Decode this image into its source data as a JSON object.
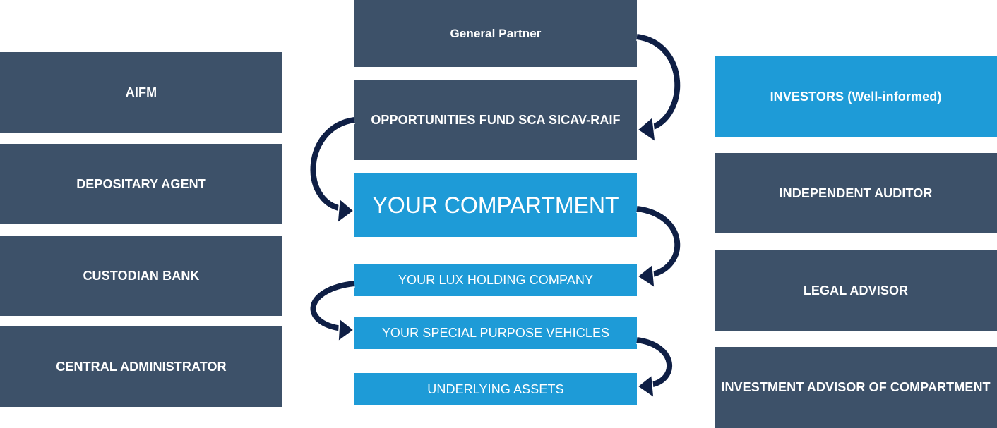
{
  "left": {
    "aifm": "AIFM",
    "depositary": "DEPOSITARY AGENT",
    "custodian": "CUSTODIAN BANK",
    "administrator": "CENTRAL ADMINISTRATOR"
  },
  "center": {
    "general_partner": "General Partner",
    "fund": "OPPORTUNITIES FUND SCA SICAV-RAIF",
    "compartment": "YOUR COMPARTMENT",
    "holding": "YOUR LUX HOLDING COMPANY",
    "spv": "YOUR SPECIAL PURPOSE VEHICLES",
    "assets": "UNDERLYING ASSETS"
  },
  "right": {
    "investors": "INVESTORS (Well-informed)",
    "auditor": "INDEPENDENT AUDITOR",
    "legal": "LEGAL ADVISOR",
    "advisor": "INVESTMENT ADVISOR OF COMPARTMENT"
  },
  "colors": {
    "dark_box": "#3d5169",
    "light_box": "#1e9bd7",
    "arrow": "#0f1f45"
  }
}
